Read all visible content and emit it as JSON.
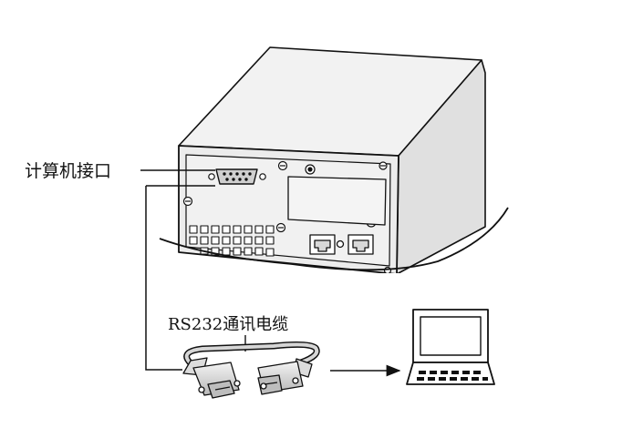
{
  "labels": {
    "computer_interface": "计算机接口",
    "rs232_cable": "RS232通讯电缆"
  },
  "colors": {
    "ink": "#111111",
    "body_gray": "#e6e6e6",
    "panel_gray": "#eeeeee",
    "cable_gray": "#cfcfcf"
  },
  "icons": {
    "device": "ups-device-rear-view",
    "port": "db9-serial-port",
    "cable": "rs232-cable-with-db9-connectors",
    "computer": "computer-terminal-icon",
    "arrow": "right-arrow"
  }
}
